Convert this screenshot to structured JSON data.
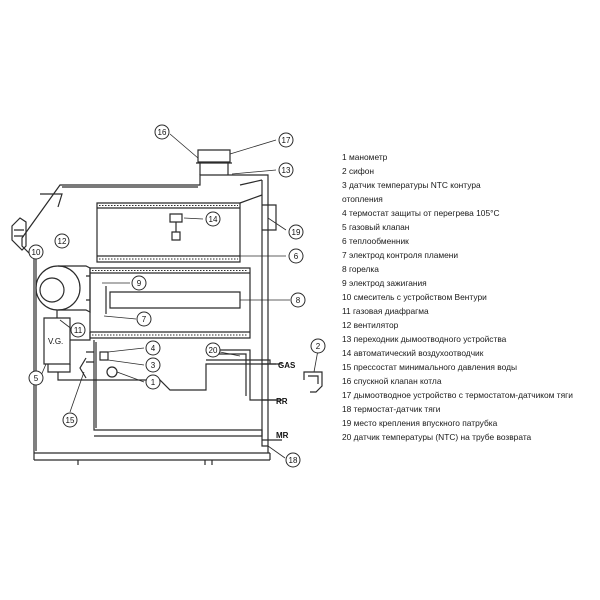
{
  "diagram": {
    "pipe_labels": {
      "gas": "GAS",
      "return": "RR",
      "delivery": "MR"
    },
    "vg_label": "V.G.",
    "callouts": [
      "16",
      "17",
      "13",
      "14",
      "19",
      "10",
      "12",
      "6",
      "9",
      "8",
      "7",
      "11",
      "4",
      "20",
      "3",
      "5",
      "1",
      "15",
      "2",
      "18"
    ]
  },
  "legend": {
    "items": [
      "1 манометр",
      "2 сифон",
      "3 датчик температуры NTC контура",
      "отопления",
      "4 термостат защиты от перегрева 105°С",
      "5 газовый клапан",
      "6 теплообменник",
      "7 электрод контроля пламени",
      "8 горелка",
      "9 электрод зажигания",
      "10 смеситель с устройством Вентури",
      "11 газовая диафрагма",
      "12 вентилятор",
      "13 переходник дымоотводного устройства",
      "14 автоматический воздухоотводчик",
      "15 прессостат минимального давления воды",
      "16 спускной клапан котла",
      "17 дымоотводное устройство с термостатом-датчиком тяги",
      "18 термостат-датчик тяги",
      "19 место крепления впускного патрубка",
      "20 датчик температуры (NTC) на трубе возврата"
    ]
  }
}
